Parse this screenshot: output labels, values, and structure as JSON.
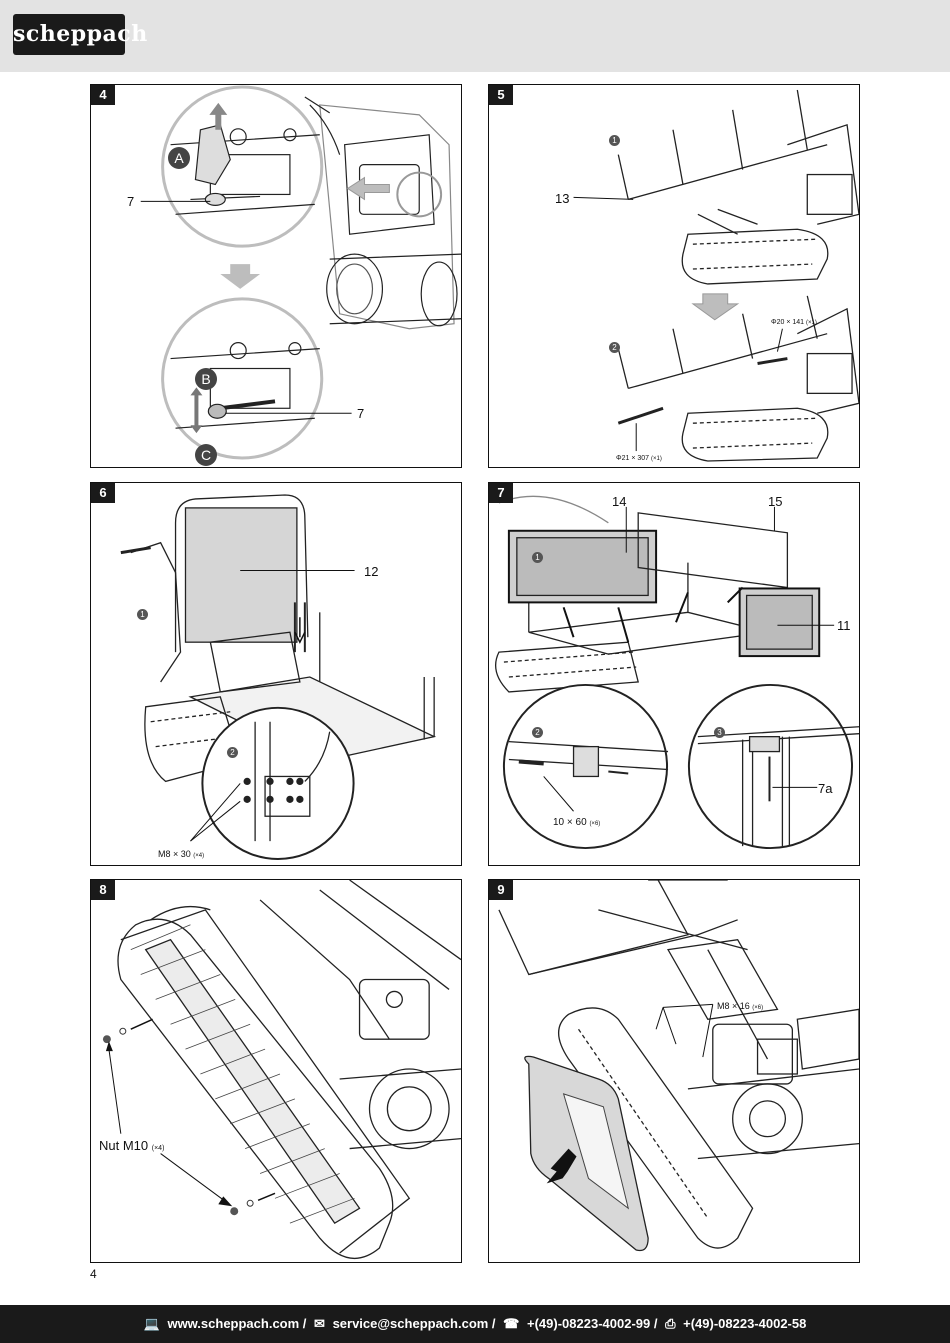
{
  "header": {
    "brand": "scheppach"
  },
  "panels": [
    {
      "number": "4",
      "labels": {
        "part_top": "7",
        "part_bottom": "7",
        "a": "A",
        "b": "B",
        "c": "C"
      }
    },
    {
      "number": "5",
      "labels": {
        "part": "13",
        "step1": "1",
        "step2": "2",
        "pin_small": "Φ20 × 141",
        "pin_small_qty": "(×1)",
        "pin_large": "Φ21 × 307",
        "pin_large_qty": "(×1)"
      }
    },
    {
      "number": "6",
      "labels": {
        "part": "12",
        "step1": "1",
        "step2": "2",
        "screw": "M8 × 30",
        "screw_qty": "(×4)"
      }
    },
    {
      "number": "7",
      "labels": {
        "part14": "14",
        "part15": "15",
        "part11": "11",
        "part7a": "7a",
        "step1": "1",
        "step2": "2",
        "step3": "3",
        "pin": "10 × 60",
        "pin_qty": "(×6)"
      }
    },
    {
      "number": "8",
      "labels": {
        "nut": "Nut M10",
        "nut_qty": "(×4)"
      }
    },
    {
      "number": "9",
      "labels": {
        "screw": "M8 × 16",
        "screw_qty": "(×6)"
      }
    }
  ],
  "page_number": "4",
  "footer": {
    "web_icon": "monitor-icon",
    "web": "www.scheppach.com /",
    "mail_icon": "mail-icon",
    "mail": "service@scheppach.com /",
    "phone_icon": "phone-icon",
    "phone": "+(49)-08223-4002-99 /",
    "fax_icon": "fax-icon",
    "fax": "+(49)-08223-4002-58"
  }
}
